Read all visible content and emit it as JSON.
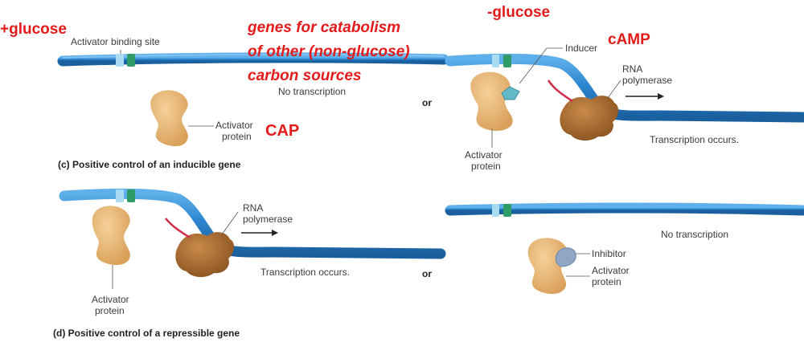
{
  "annotations": {
    "plus_glucose": "+glucose",
    "minus_glucose": "-glucose",
    "genes_line1": "genes for catabolism",
    "genes_line2": "of other (non-glucose)",
    "genes_line3": "carbon sources",
    "cap": "CAP",
    "camp": "cAMP"
  },
  "panel_c": {
    "caption": "(c) Positive control of an inducible gene",
    "left": {
      "binding_site": "Activator binding site",
      "no_transcription": "No transcription",
      "activator_line1": "Activator",
      "activator_line2": "protein"
    },
    "or": "or",
    "right": {
      "inducer": "Inducer",
      "rna_line1": "RNA",
      "rna_line2": "polymerase",
      "transcription": "Transcription occurs.",
      "activator_line1": "Activator",
      "activator_line2": "protein"
    }
  },
  "panel_d": {
    "caption": "(d) Positive control of a repressible gene",
    "left": {
      "rna_line1": "RNA",
      "rna_line2": "polymerase",
      "transcription": "Transcription occurs.",
      "activator_line1": "Activator",
      "activator_line2": "protein"
    },
    "or": "or",
    "right": {
      "no_transcription": "No transcription",
      "inhibitor": "Inhibitor",
      "activator_line1": "Activator",
      "activator_line2": "protein"
    }
  },
  "colors": {
    "dna": "#2a7fc4",
    "dna_light": "#6fb4e6",
    "binding_light": "#a9dcf2",
    "binding_green": "#2f9b67",
    "activator": "#e8b067",
    "polymerase": "#a8692d",
    "inducer": "#63b9c7",
    "inhibitor": "#8fa7c4",
    "annotation_red": "#e41b1b"
  }
}
